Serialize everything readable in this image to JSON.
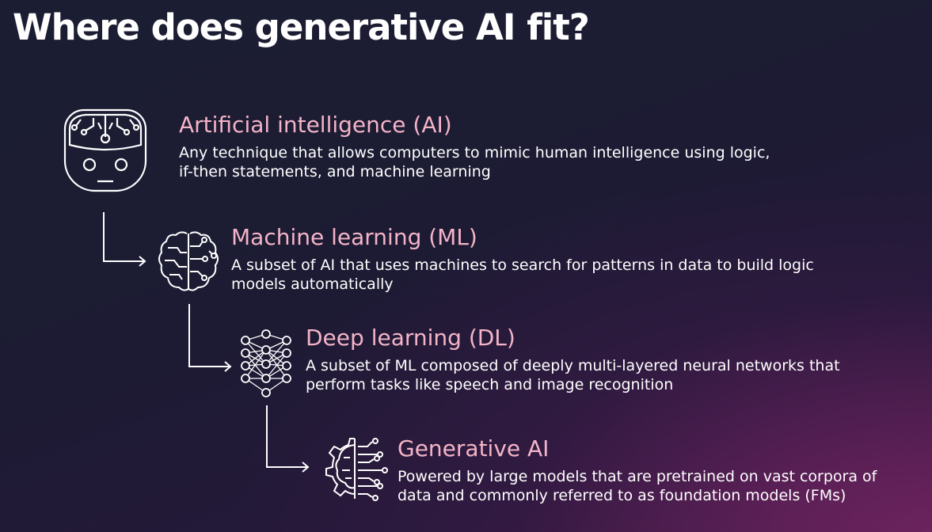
{
  "slide": {
    "title": "Where does generative AI fit?"
  },
  "levels": [
    {
      "heading": "Artificial intelligence (AI)",
      "description_line1": "Any technique that allows computers to mimic human intelligence using logic,",
      "description_line2": "if-then statements, and machine learning",
      "icon": "robot-head-icon"
    },
    {
      "heading": "Machine learning (ML)",
      "description_line1": "A subset of AI that uses machines to search for patterns in data to build logic",
      "description_line2": "models automatically",
      "icon": "brain-circuit-icon"
    },
    {
      "heading": "Deep learning (DL)",
      "description_line1": "A subset of ML composed of deeply multi-layered neural networks that",
      "description_line2": "perform tasks like speech and image recognition",
      "icon": "neural-network-icon"
    },
    {
      "heading": "Generative AI",
      "description_line1": "Powered by large models that are pretrained on vast corpora of",
      "description_line2": "data and commonly referred to as foundation models (FMs)",
      "icon": "gear-brain-icon"
    }
  ],
  "colors": {
    "heading": "#f4b4c8",
    "text": "#ffffff",
    "background": "#1c1b33",
    "accent_glow": "#8c286e"
  }
}
